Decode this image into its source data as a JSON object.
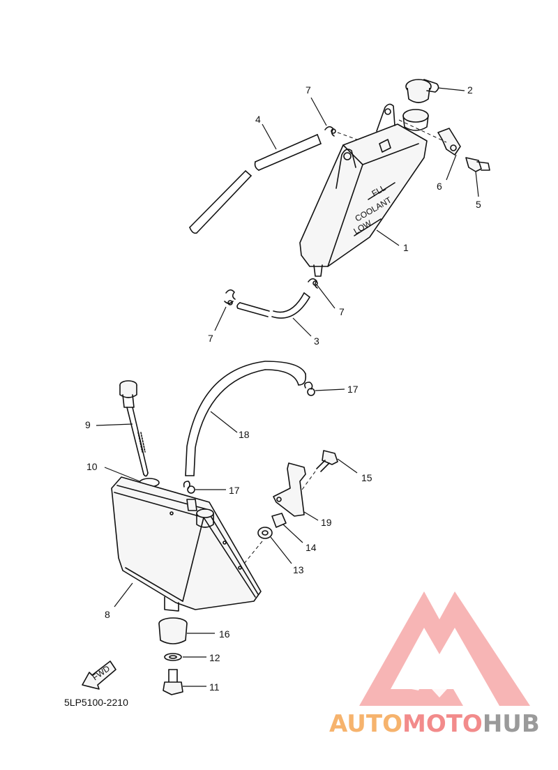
{
  "tank_labels": {
    "full": "FLL",
    "coolant": "COOLANT",
    "low": "LOW"
  },
  "callouts": {
    "c1": "1",
    "c2": "2",
    "c3": "3",
    "c4": "4",
    "c5": "5",
    "c6": "6",
    "c7a": "7",
    "c7b": "7",
    "c7c": "7",
    "c8": "8",
    "c9": "9",
    "c10": "10",
    "c11": "11",
    "c12": "12",
    "c13": "13",
    "c14": "14",
    "c15": "15",
    "c16": "16",
    "c17a": "17",
    "c17b": "17",
    "c18": "18",
    "c19": "19"
  },
  "fwd_label": "FWD",
  "diagram_code": "5LP5100-2210",
  "watermark": {
    "part1": "AUTO",
    "part2": "MOTO",
    "part3": "HUB",
    "colors": {
      "auto": "#f6b36d",
      "moto": "#f28b8b",
      "hub": "#9a9a9a",
      "logo": "#f6a8a8"
    }
  }
}
